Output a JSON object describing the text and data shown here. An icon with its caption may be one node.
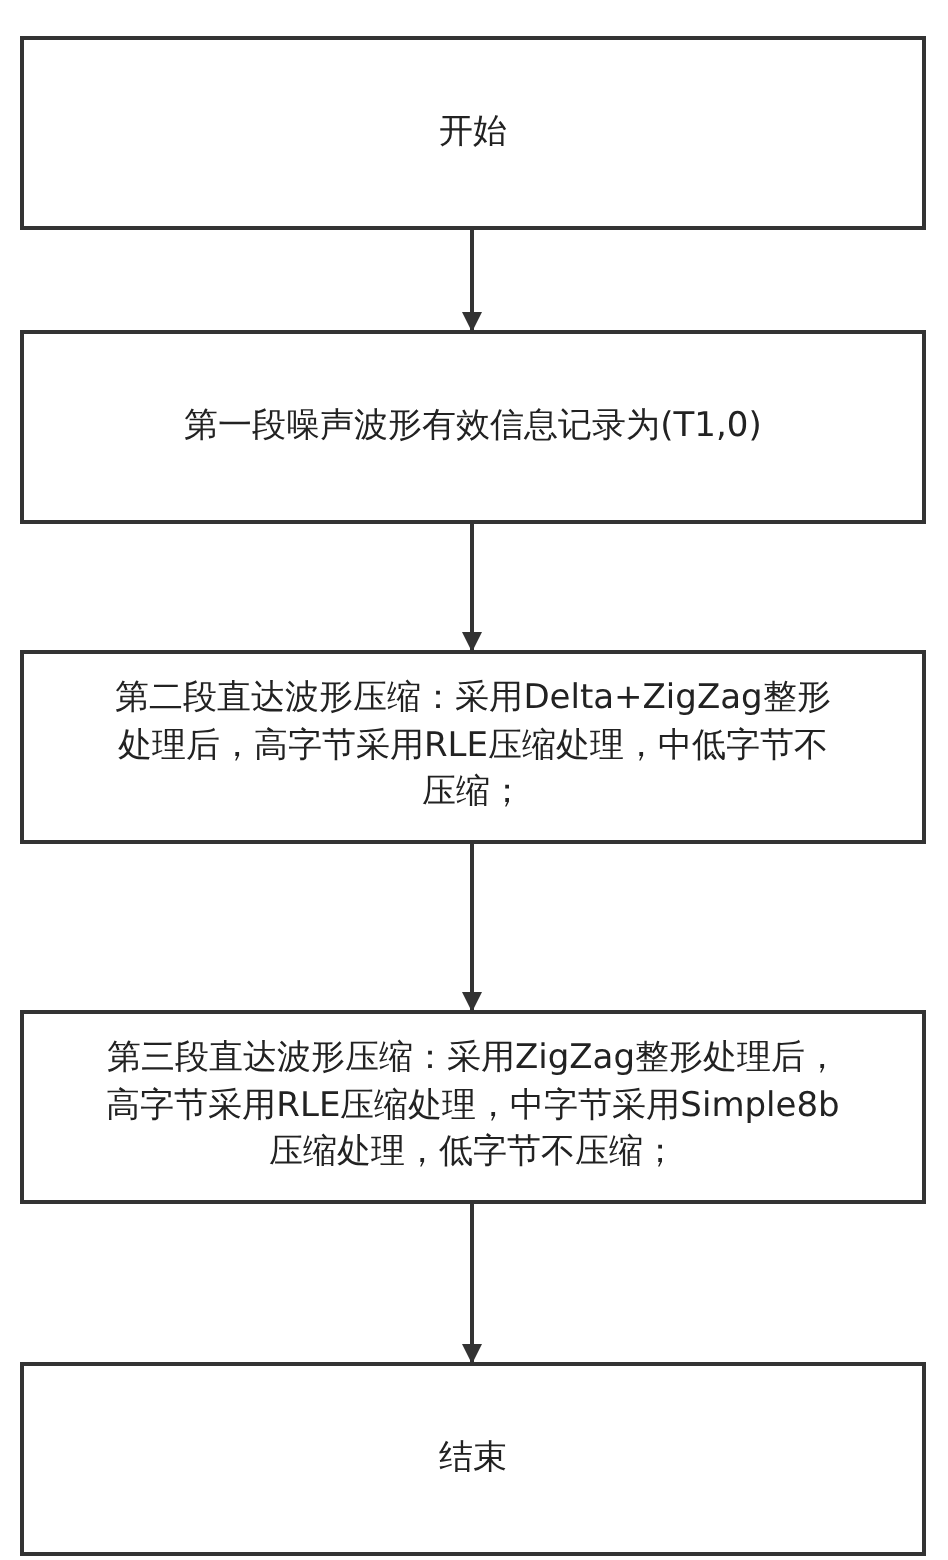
{
  "diagram": {
    "nodes": [
      {
        "text": [
          "开始"
        ]
      },
      {
        "text": [
          "第一段噪声波形有效信息记录为(T1,0)"
        ]
      },
      {
        "text": [
          "第二段直达波形压缩：采用Delta+ZigZag整形处理后，高字节采用RLE压缩处理，中低字节不压缩；"
        ]
      },
      {
        "text": [
          "第三段直达波形压缩：采用ZigZag整形处理后，高字节采用RLE压缩处理，中字节采用Simple8b压缩处理，低字节不压缩；"
        ]
      },
      {
        "text": [
          "结束"
        ]
      }
    ],
    "edges": [
      {
        "from": 0,
        "to": 1,
        "arrow": "to"
      },
      {
        "from": 1,
        "to": 2,
        "arrow": "to"
      },
      {
        "from": 2,
        "to": 3,
        "arrow": "to"
      },
      {
        "from": 3,
        "to": 4,
        "arrow": "to"
      }
    ]
  }
}
